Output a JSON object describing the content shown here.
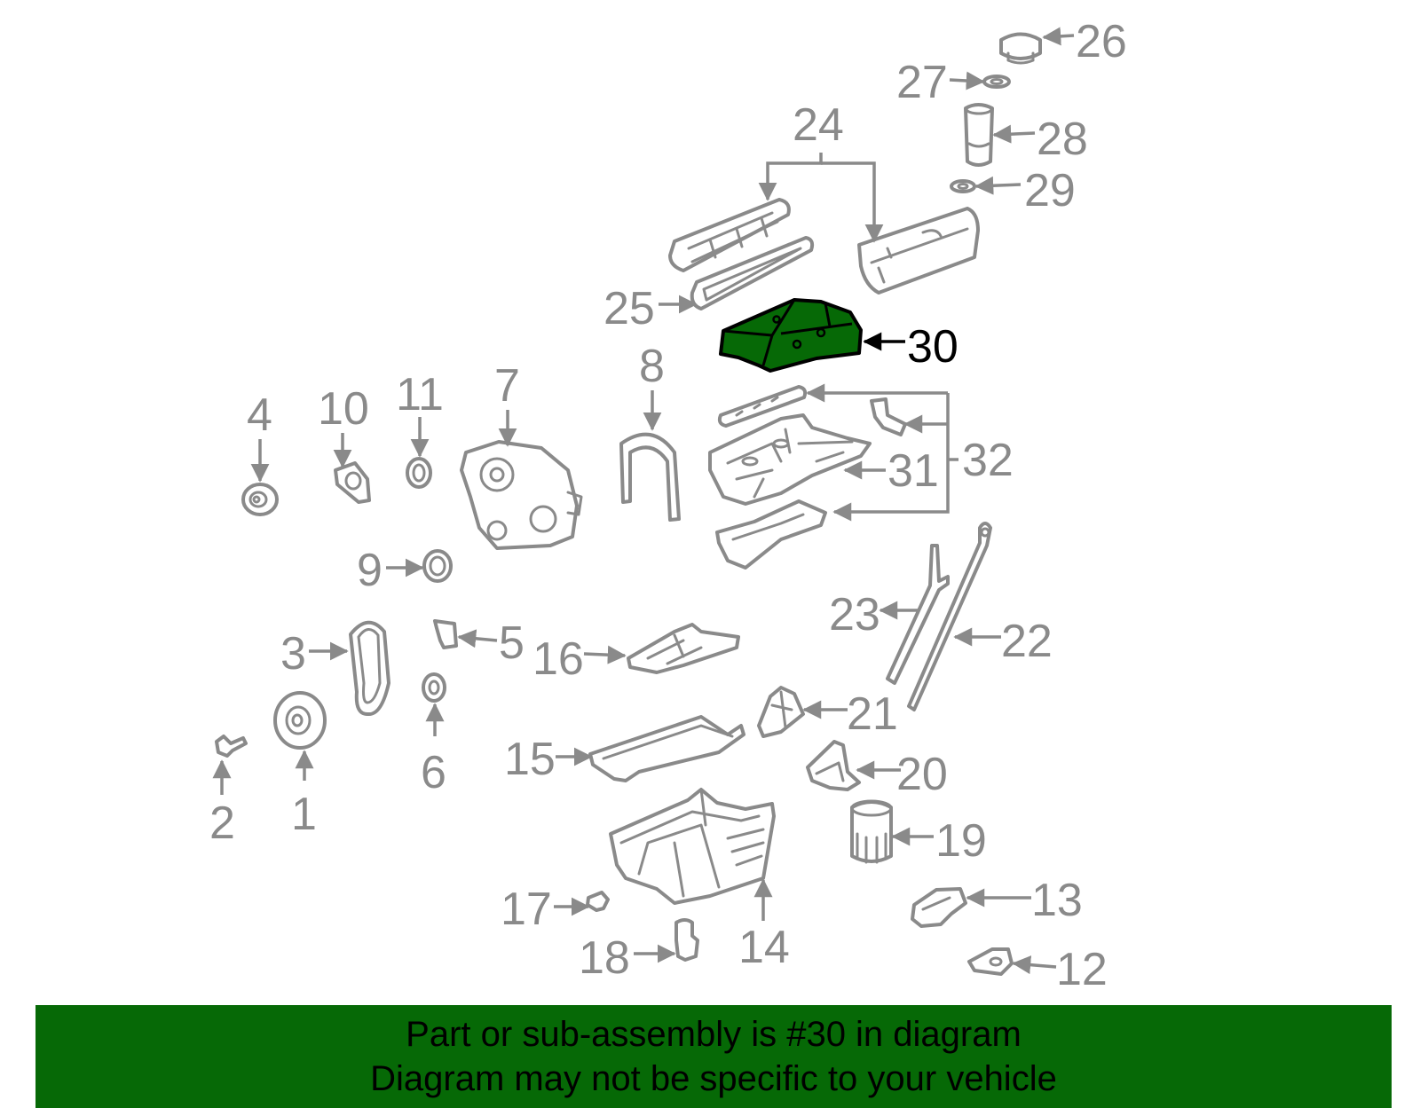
{
  "diagram": {
    "highlight_color": "#066906",
    "line_color": "#8a8a8a",
    "callouts": {
      "c1": "1",
      "c2": "2",
      "c3": "3",
      "c4": "4",
      "c5": "5",
      "c6": "6",
      "c7": "7",
      "c8": "8",
      "c9": "9",
      "c10": "10",
      "c11": "11",
      "c12": "12",
      "c13": "13",
      "c14": "14",
      "c15": "15",
      "c16": "16",
      "c17": "17",
      "c18": "18",
      "c19": "19",
      "c20": "20",
      "c21": "21",
      "c22": "22",
      "c23": "23",
      "c24": "24",
      "c25": "25",
      "c26": "26",
      "c27": "27",
      "c28": "28",
      "c29": "29",
      "c30": "30",
      "c31": "31",
      "c32": "32"
    }
  },
  "banner": {
    "line1": "Part or sub-assembly is #30 in diagram",
    "line2": "Diagram may not be specific to your vehicle"
  }
}
